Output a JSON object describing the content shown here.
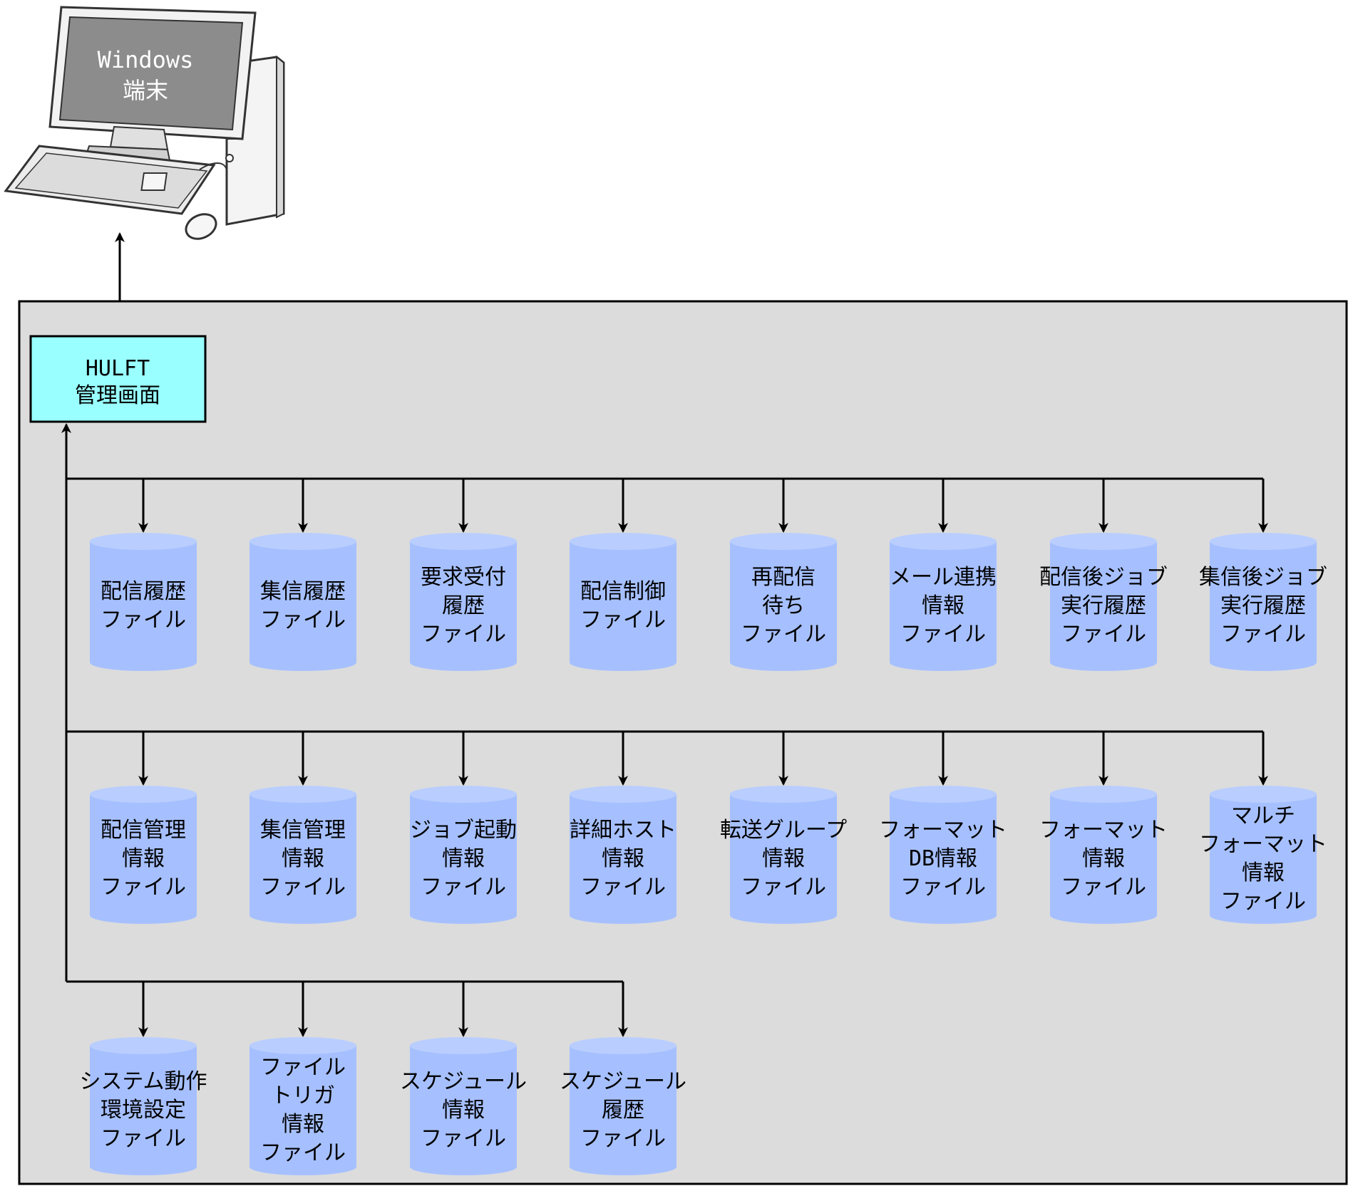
{
  "terminal": {
    "label_line1": "Windows",
    "label_line2": "端末"
  },
  "hulft_box": {
    "label_line1": "HULFT",
    "label_line2": "管理画面"
  },
  "colors": {
    "container_fill": "#dcdcdc",
    "hulft_fill": "#99ffff",
    "cylinder_fill": "#a6c0ff",
    "cylinder_top": "#b9ceff",
    "line": "#000000"
  },
  "rows": [
    {
      "files": [
        {
          "lines": [
            "配信履歴",
            "ファイル"
          ]
        },
        {
          "lines": [
            "集信履歴",
            "ファイル"
          ]
        },
        {
          "lines": [
            "要求受付",
            "履歴",
            "ファイル"
          ]
        },
        {
          "lines": [
            "配信制御",
            "ファイル"
          ]
        },
        {
          "lines": [
            "再配信",
            "待ち",
            "ファイル"
          ]
        },
        {
          "lines": [
            "メール連携",
            "情報",
            "ファイル"
          ]
        },
        {
          "lines": [
            "配信後ジョブ",
            "実行履歴",
            "ファイル"
          ]
        },
        {
          "lines": [
            "集信後ジョブ",
            "実行履歴",
            "ファイル"
          ]
        }
      ]
    },
    {
      "files": [
        {
          "lines": [
            "配信管理",
            "情報",
            "ファイル"
          ]
        },
        {
          "lines": [
            "集信管理",
            "情報",
            "ファイル"
          ]
        },
        {
          "lines": [
            "ジョブ起動",
            "情報",
            "ファイル"
          ]
        },
        {
          "lines": [
            "詳細ホスト",
            "情報",
            "ファイル"
          ]
        },
        {
          "lines": [
            "転送グループ",
            "情報",
            "ファイル"
          ]
        },
        {
          "lines": [
            "フォーマット",
            "DB情報",
            "ファイル"
          ]
        },
        {
          "lines": [
            "フォーマット",
            "情報",
            "ファイル"
          ]
        },
        {
          "lines": [
            "マルチ",
            "フォーマット",
            "情報",
            "ファイル"
          ]
        }
      ]
    },
    {
      "files": [
        {
          "lines": [
            "システム動作",
            "環境設定",
            "ファイル"
          ]
        },
        {
          "lines": [
            "ファイル",
            "トリガ",
            "情報",
            "ファイル"
          ]
        },
        {
          "lines": [
            "スケジュール",
            "情報",
            "ファイル"
          ]
        },
        {
          "lines": [
            "スケジュール",
            "履歴",
            "ファイル"
          ]
        }
      ]
    }
  ]
}
